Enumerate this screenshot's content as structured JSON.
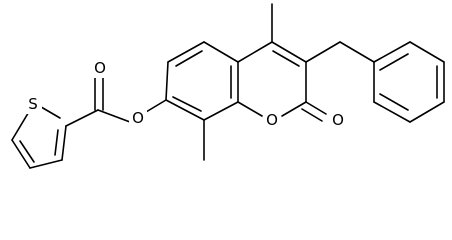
{
  "molecule": {
    "atoms": {
      "sulfur": "S",
      "ester_oxygen": "O",
      "carbonyl_oxygen_ester": "O",
      "ring_oxygen": "O",
      "lactone_carbonyl_oxygen": "O"
    }
  }
}
